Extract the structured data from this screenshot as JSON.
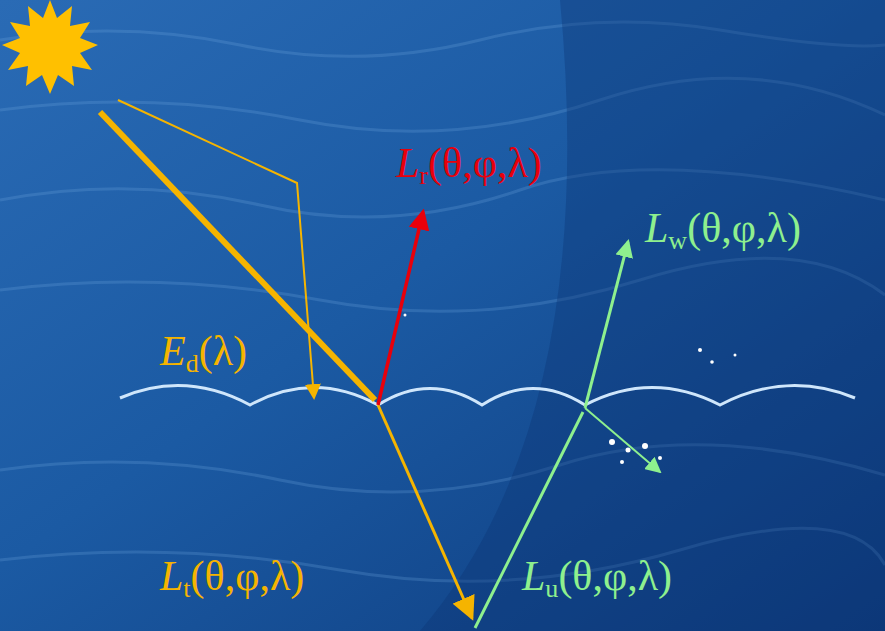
{
  "diagram": {
    "labels": [
      "Lr(θ,φ,λ)",
      "Lw(θ,φ,λ)",
      "Ed(λ)",
      "Lt(θ,φ,λ)",
      "Lu(θ,φ,λ)"
    ]
  }
}
